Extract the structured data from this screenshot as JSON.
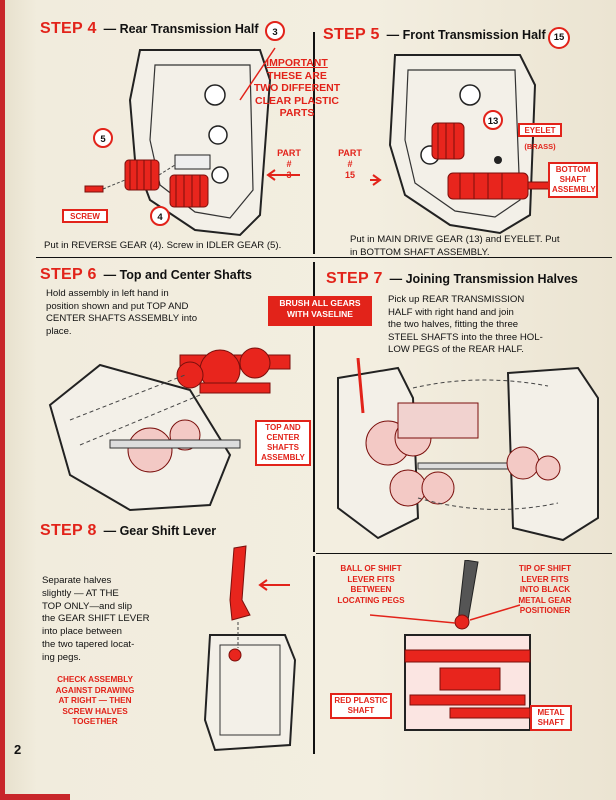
{
  "page_number": "2",
  "important_note": [
    "IMPORTANT",
    "THESE ARE",
    "TWO DIFFERENT",
    "CLEAR PLASTIC",
    "PARTS"
  ],
  "step4": {
    "step": "STEP 4",
    "title": "— Rear Transmission Half",
    "callout": "3",
    "labels": {
      "part": "PART",
      "hash": "#",
      "part_no": "3",
      "gear5": "5",
      "gear4": "4",
      "screw": "SCREW"
    },
    "caption": "Put in REVERSE GEAR (4). Screw in IDLER GEAR (5)."
  },
  "step5": {
    "step": "STEP 5",
    "title": "— Front Transmission Half",
    "callout": "15",
    "labels": {
      "part": "PART",
      "hash": "#",
      "part_no": "15",
      "gear13": "13",
      "eyelet": "EYELET",
      "brass": "(BRASS)",
      "bottom_shaft": [
        "BOTTOM",
        "SHAFT",
        "ASSEMBLY"
      ]
    },
    "caption_lines": [
      "Put in MAIN DRIVE GEAR (13) and EYELET. Put",
      "in BOTTOM SHAFT ASSEMBLY."
    ]
  },
  "step6": {
    "step": "STEP 6",
    "title": "— Top and Center Shafts",
    "caption_lines": [
      "Hold assembly in left hand in",
      "position shown and put TOP AND",
      "CENTER SHAFTS ASSEMBLY into",
      "place."
    ],
    "label": [
      "TOP AND",
      "CENTER",
      "SHAFTS",
      "ASSEMBLY"
    ]
  },
  "step7": {
    "step": "STEP 7",
    "title": "— Joining Transmission Halves",
    "brush_note": [
      "BRUSH ALL GEARS",
      "WITH VASELINE"
    ],
    "caption_lines": [
      "Pick up REAR TRANSMISSION",
      "HALF with right hand and join",
      "the two halves, fitting the three",
      "STEEL SHAFTS into the three HOL-",
      "LOW PEGS of the REAR HALF."
    ]
  },
  "step8": {
    "step": "STEP 8",
    "title": "— Gear Shift Lever",
    "caption_lines": [
      "Separate  halves",
      "slightly  —  AT THE",
      "TOP ONLY—and slip",
      "the GEAR SHIFT LEVER",
      "into place between",
      "the two tapered locat-",
      "ing pegs."
    ],
    "check_note": [
      "CHECK ASSEMBLY",
      "AGAINST DRAWING",
      "AT RIGHT — THEN",
      "SCREW HALVES",
      "TOGETHER"
    ],
    "ball_note": [
      "BALL OF SHIFT",
      "LEVER FITS",
      "BETWEEN",
      "LOCATING PEGS"
    ],
    "tip_note": [
      "TIP OF SHIFT",
      "LEVER FITS",
      "INTO BLACK",
      "METAL GEAR",
      "POSITIONER"
    ],
    "red_shaft": [
      "RED PLASTIC",
      "SHAFT"
    ],
    "metal_shaft": [
      "METAL",
      "SHAFT"
    ]
  }
}
